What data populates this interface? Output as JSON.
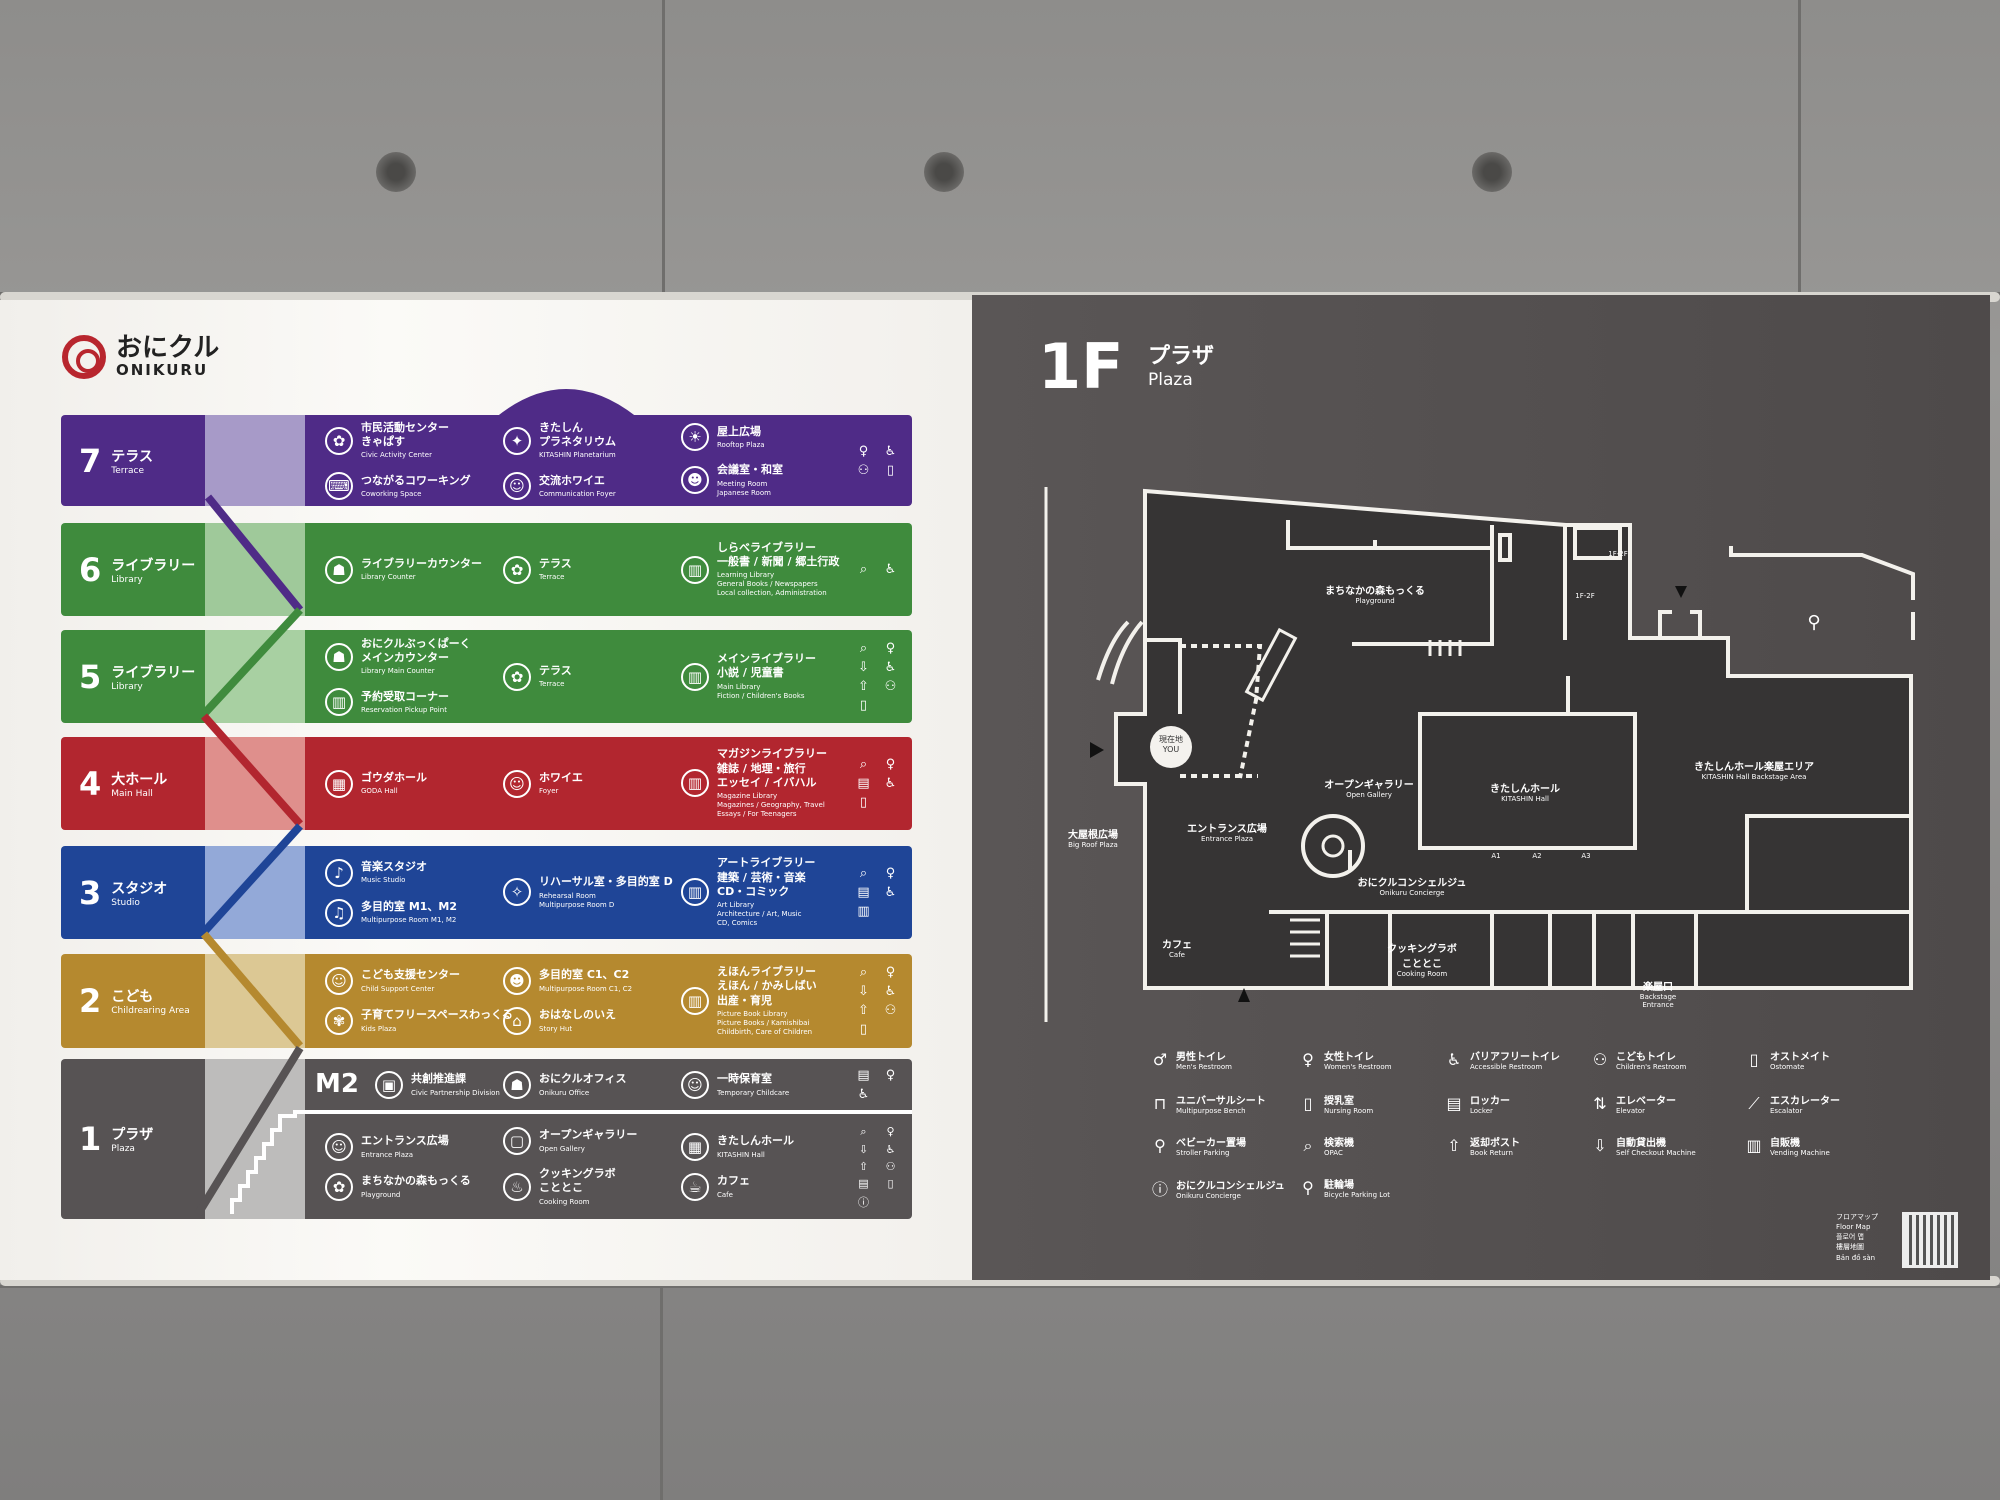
{
  "logo": {
    "jp": "おにクル",
    "en": "ONIKURU"
  },
  "colors": {
    "f7": "#4f2b87",
    "f6": "#3f8b3d",
    "f5": "#3f8b3d",
    "f4": "#b2262f",
    "f3": "#1f4597",
    "f2": "#b5892f",
    "f1": "#575354",
    "panel": "#545050"
  },
  "floors": [
    {
      "num": "7",
      "jp": "テラス",
      "en": "Terrace",
      "color": "#4f2b87",
      "tint": "#a79ac8",
      "cols": [
        [
          {
            "icon": "tree",
            "jp": "市民活動センター\nきゃぱす",
            "en": "Civic Activity Center"
          },
          {
            "icon": "desk",
            "jp": "つながるコワーキング",
            "en": "Coworking Space"
          }
        ],
        [
          {
            "icon": "dome",
            "jp": "きたしん\nプラネタリウム",
            "en": "KITASHIN Planetarium"
          },
          {
            "icon": "people",
            "jp": "交流ホワイエ",
            "en": "Communication Foyer"
          }
        ],
        [
          {
            "icon": "plaza",
            "jp": "屋上広場",
            "en": "Rooftop Plaza"
          },
          {
            "icon": "meeting",
            "jp": "会議室・和室",
            "en": "Meeting Room\nJapanese Room"
          }
        ]
      ],
      "facilities": [
        "restroom",
        "accessible",
        "child-restroom",
        "ostomate"
      ]
    },
    {
      "num": "6",
      "jp": "ライブラリー",
      "en": "Library",
      "color": "#3f8b3d",
      "tint": "#9fc99a",
      "cols": [
        [
          {
            "icon": "counter",
            "jp": "ライブラリーカウンター",
            "en": "Library Counter"
          }
        ],
        [
          {
            "icon": "tree",
            "jp": "テラス",
            "en": "Terrace"
          }
        ],
        [
          {
            "icon": "book",
            "jp": "しらべライブラリー\n一般書 / 新聞 / 郷土行政",
            "en": "Learning Library\nGeneral Books / Newspapers\nLocal collection, Administration"
          }
        ]
      ],
      "facilities": [
        "opac",
        "accessible"
      ]
    },
    {
      "num": "5",
      "jp": "ライブラリー",
      "en": "Library",
      "color": "#3f8b3d",
      "tint": "#a8d0a2",
      "cols": [
        [
          {
            "icon": "counter",
            "jp": "おにクルぶっくぱーく\nメインカウンター",
            "en": "Library Main Counter"
          },
          {
            "icon": "book",
            "jp": "予約受取コーナー",
            "en": "Reservation Pickup Point"
          }
        ],
        [
          {
            "icon": "tree",
            "jp": "テラス",
            "en": "Terrace"
          }
        ],
        [
          {
            "icon": "book",
            "jp": "メインライブラリー\n小説 / 児童書",
            "en": "Main Library\nFiction / Children's Books"
          }
        ]
      ],
      "facilities": [
        "opac",
        "restroom",
        "self-checkout",
        "accessible",
        "book-return",
        "child-restroom",
        "ostomate"
      ]
    },
    {
      "num": "4",
      "jp": "大ホール",
      "en": "Main Hall",
      "color": "#b2262f",
      "tint": "#df8f8c",
      "cols": [
        [
          {
            "icon": "hall",
            "jp": "ゴウダホール",
            "en": "GODA Hall"
          }
        ],
        [
          {
            "icon": "people",
            "jp": "ホワイエ",
            "en": "Foyer"
          }
        ],
        [
          {
            "icon": "book",
            "jp": "マガジンライブラリー\n雑誌 / 地理・旅行\nエッセイ / イバハル",
            "en": "Magazine Library\nMagazines / Geography, Travel\nEssays / For Teenagers"
          }
        ]
      ],
      "facilities": [
        "opac",
        "restroom",
        "locker",
        "accessible",
        "ostomate"
      ]
    },
    {
      "num": "3",
      "jp": "スタジオ",
      "en": "Studio",
      "color": "#1f4597",
      "tint": "#93a9d8",
      "cols": [
        [
          {
            "icon": "mic",
            "jp": "音楽スタジオ",
            "en": "Music Studio"
          },
          {
            "icon": "music",
            "jp": "多目的室 M1、M2",
            "en": "Multipurpose Room M1, M2"
          }
        ],
        [
          {
            "icon": "dance",
            "jp": "リハーサル室・多目的室 D",
            "en": "Rehearsal Room\nMultipurpose Room D"
          }
        ],
        [
          {
            "icon": "book",
            "jp": "アートライブラリー\n建築 / 芸術・音楽\nCD・コミック",
            "en": "Art Library\nArchitecture / Art, Music\nCD, Comics"
          }
        ]
      ],
      "facilities": [
        "opac",
        "restroom",
        "locker",
        "accessible",
        "vending"
      ]
    },
    {
      "num": "2",
      "jp": "こども",
      "en": "Childrearing Area",
      "color": "#b5892f",
      "tint": "#dcc894",
      "cols": [
        [
          {
            "icon": "child",
            "jp": "こども支援センター",
            "en": "Child Support Center"
          },
          {
            "icon": "kids",
            "jp": "子育てフリースペースわっくる",
            "en": "Kids Plaza"
          }
        ],
        [
          {
            "icon": "family",
            "jp": "多目的室 C1、C2",
            "en": "Multipurpose Room C1, C2"
          },
          {
            "icon": "house",
            "jp": "おはなしのいえ",
            "en": "Story Hut"
          }
        ],
        [
          {
            "icon": "book",
            "jp": "えほんライブラリー\nえほん / かみしばい\n出産・育児",
            "en": "Picture Book Library\nPicture Books / Kamishibai\nChildbirth, Care of Children"
          }
        ]
      ],
      "facilities": [
        "opac",
        "restroom",
        "self-checkout",
        "accessible",
        "book-return",
        "child-restroom",
        "ostomate"
      ]
    }
  ],
  "floor1": {
    "num": "1",
    "jp": "プラザ",
    "en": "Plaza",
    "color": "#575354",
    "tint": "#bdbcbb",
    "m2": {
      "label": "M2",
      "items": [
        {
          "icon": "office",
          "jp": "共創推進課",
          "en": "Civic Partnership Division"
        },
        {
          "icon": "counter",
          "jp": "おにクルオフィス",
          "en": "Onikuru Office"
        },
        {
          "icon": "child",
          "jp": "一時保育室",
          "en": "Temporary Childcare"
        }
      ],
      "facilities": [
        "locker",
        "restroom",
        "accessible"
      ]
    },
    "cols": [
      [
        {
          "icon": "people",
          "jp": "エントランス広場",
          "en": "Entrance Plaza"
        },
        {
          "icon": "tree",
          "jp": "まちなかの森もっくる",
          "en": "Playground"
        }
      ],
      [
        {
          "icon": "gallery",
          "jp": "オープンギャラリー",
          "en": "Open Gallery"
        },
        {
          "icon": "pot",
          "jp": "クッキングラボ\nこととこ",
          "en": "Cooking Room"
        }
      ],
      [
        {
          "icon": "hall",
          "jp": "きたしんホール",
          "en": "KITASHIN Hall"
        },
        {
          "icon": "cafe",
          "jp": "カフェ",
          "en": "Cafe"
        }
      ]
    ],
    "facilities": [
      "opac",
      "restroom",
      "self-checkout",
      "accessible",
      "book-return",
      "child-restroom",
      "locker",
      "ostomate",
      "concierge"
    ]
  },
  "map": {
    "floor_num": "1F",
    "floor_jp": "プラザ",
    "floor_en": "Plaza",
    "you": {
      "jp": "現在地",
      "en": "YOU"
    },
    "labels": {
      "playground": {
        "jp": "まちなかの森もっくる",
        "en": "Playground"
      },
      "open_gallery": {
        "jp": "オープンギャラリー",
        "en": "Open Gallery"
      },
      "hall": {
        "jp": "きたしんホール",
        "en": "KITASHIN Hall"
      },
      "backstage": {
        "jp": "きたしんホール楽屋エリア",
        "en": "KITASHIN Hall Backstage Area"
      },
      "big_roof": {
        "jp": "大屋根広場",
        "en": "Big Roof Plaza"
      },
      "entrance": {
        "jp": "エントランス広場",
        "en": "Entrance Plaza"
      },
      "concierge": {
        "jp": "おにクルコンシェルジュ",
        "en": "Onikuru Concierge"
      },
      "cafe": {
        "jp": "カフェ",
        "en": "Cafe"
      },
      "cooking": {
        "jp": "クッキングラボ\nこととこ",
        "en": "Cooking Room"
      },
      "backstage_entrance": {
        "jp": "楽屋口",
        "en": "Backstage\nEntrance"
      }
    },
    "small": {
      "a1": "A1",
      "a2": "A2",
      "a3": "A3",
      "f12a": "1F-2F",
      "f12b": "1F-2F"
    }
  },
  "legend": [
    {
      "icon": "men",
      "jp": "男性トイレ",
      "en": "Men's Restroom"
    },
    {
      "icon": "women",
      "jp": "女性トイレ",
      "en": "Women's Restroom"
    },
    {
      "icon": "accessible",
      "jp": "バリアフリートイレ",
      "en": "Accessible Restroom"
    },
    {
      "icon": "child-restroom",
      "jp": "こどもトイレ",
      "en": "Children's Restroom"
    },
    {
      "icon": "ostomate",
      "jp": "オストメイト",
      "en": "Ostomate"
    },
    {
      "icon": "bench",
      "jp": "ユニバーサルシート",
      "en": "Multipurpose Bench"
    },
    {
      "icon": "nursing",
      "jp": "授乳室",
      "en": "Nursing Room"
    },
    {
      "icon": "locker",
      "jp": "ロッカー",
      "en": "Locker"
    },
    {
      "icon": "elevator",
      "jp": "エレベーター",
      "en": "Elevator"
    },
    {
      "icon": "escalator",
      "jp": "エスカレーター",
      "en": "Escalator"
    },
    {
      "icon": "stroller",
      "jp": "ベビーカー置場",
      "en": "Stroller Parking"
    },
    {
      "icon": "opac",
      "jp": "検索機",
      "en": "OPAC"
    },
    {
      "icon": "book-return",
      "jp": "返却ポスト",
      "en": "Book Return"
    },
    {
      "icon": "self-checkout",
      "jp": "自動貸出機",
      "en": "Self Checkout Machine"
    },
    {
      "icon": "vending",
      "jp": "自販機",
      "en": "Vending Machine"
    },
    {
      "icon": "concierge",
      "jp": "おにクルコンシェルジュ",
      "en": "Onikuru Concierge"
    },
    {
      "icon": "bicycle",
      "jp": "駐輪場",
      "en": "Bicycle Parking Lot"
    }
  ],
  "qr": {
    "lines": [
      "フロアマップ",
      "Floor Map",
      "플로어 맵",
      "樓層地圖",
      "Bản đồ sàn"
    ]
  }
}
